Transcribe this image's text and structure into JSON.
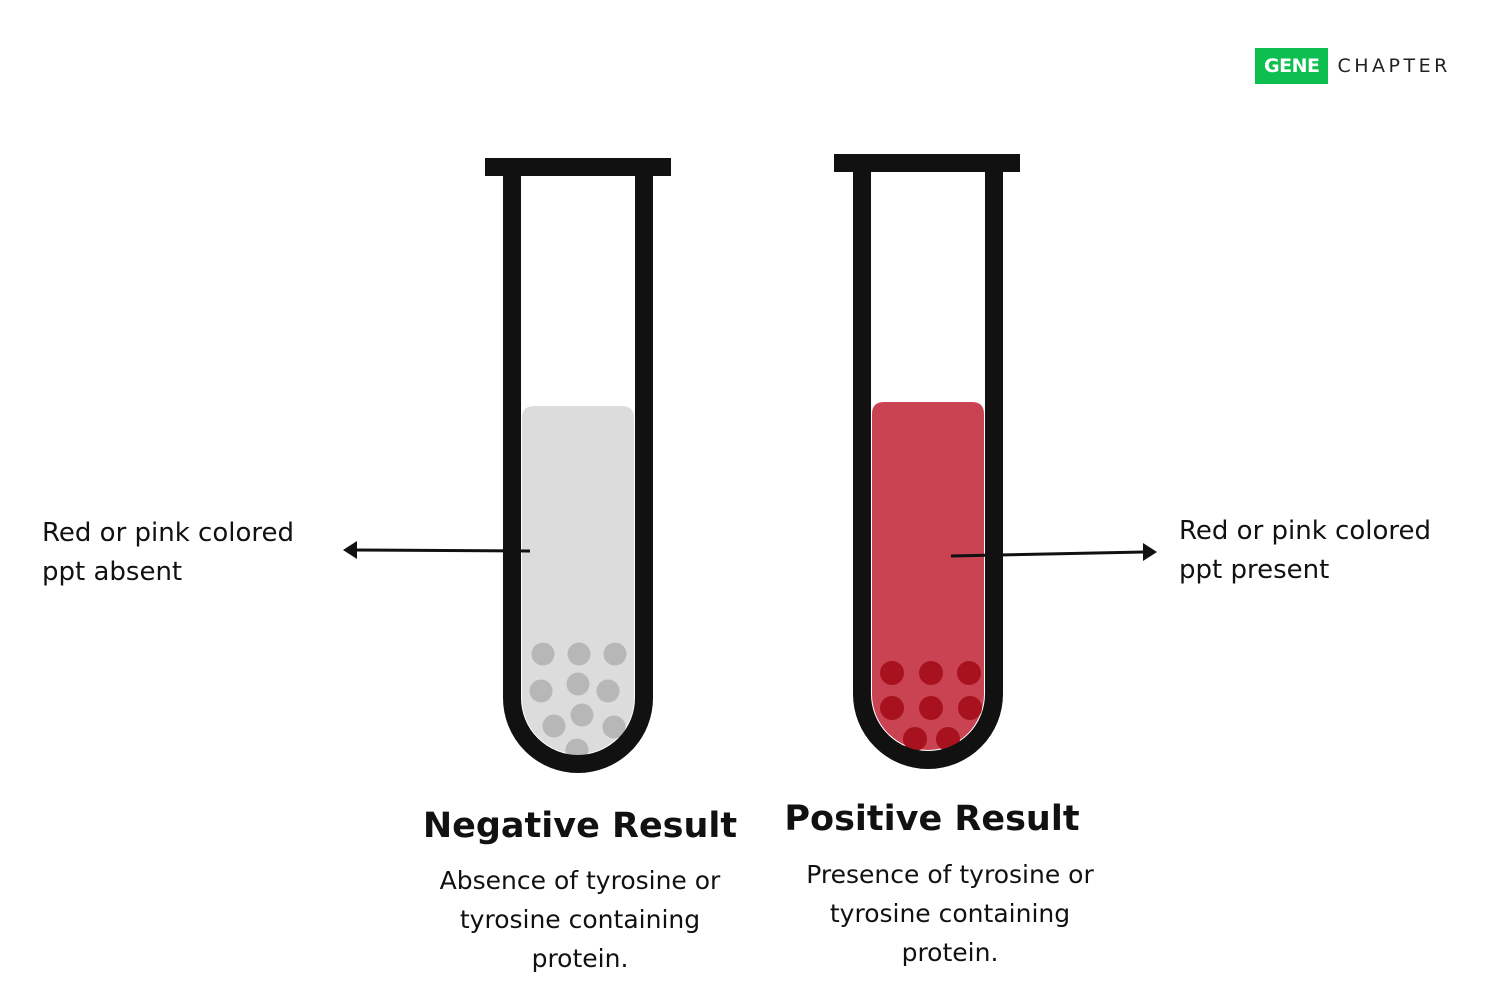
{
  "logo": {
    "gene": "GENE",
    "chapter": "CHAPTER",
    "gene_bg_color": "#0dbf4f"
  },
  "colors": {
    "tube_outline": "#111111",
    "negative_liquid": "#dcdcdc",
    "negative_precipitate": "#b7b7b7",
    "positive_liquid": "#c94353",
    "positive_precipitate": "#a8121e",
    "arrow": "#111111"
  },
  "left_annotation": {
    "line1": "Red or pink colored",
    "line2": "ppt absent"
  },
  "right_annotation": {
    "line1": "Red or pink colored",
    "line2": "ppt present"
  },
  "negative": {
    "title": "Negative Result",
    "desc_line1": "Absence of tyrosine or",
    "desc_line2": "tyrosine containing",
    "desc_line3": "protein."
  },
  "positive": {
    "title": "Positive Result",
    "desc_line1": "Presence of tyrosine or",
    "desc_line2": "tyrosine containing",
    "desc_line3": "protein."
  }
}
